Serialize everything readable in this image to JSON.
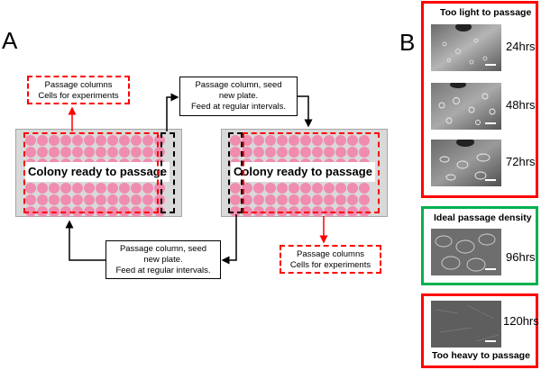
{
  "panelA": {
    "letter": "A",
    "plate_left": {
      "label": "Colony ready to passage",
      "rows": 6,
      "cols": 12
    },
    "plate_right": {
      "label": "Colony ready to passage",
      "rows": 6,
      "cols": 12
    },
    "note_top_left": {
      "line1": "Passage columns",
      "line2": "Cells for experiments"
    },
    "note_top_middle": {
      "line1": "Passage column, seed",
      "line2": "new plate.",
      "line3": "Feed at regular intervals."
    },
    "note_bottom_middle": {
      "line1": "Passage column, seed",
      "line2": "new plate.",
      "line3": "Feed at regular intervals."
    },
    "note_bottom_right": {
      "line1": "Passage columns",
      "line2": "Cells for experiments"
    },
    "colors": {
      "well": "#f08cb0",
      "plate": "#d9d9d9",
      "experiment_outline": "#ff0000",
      "passage_outline": "#000000"
    }
  },
  "panelB": {
    "letter": "B",
    "groups": [
      {
        "title": "Too light to passage",
        "border_color": "#ff0000",
        "images": [
          {
            "time": "24hrs"
          },
          {
            "time": "48hrs"
          },
          {
            "time": "72hrs"
          }
        ]
      },
      {
        "title": "Ideal passage density",
        "border_color": "#00b050",
        "images": [
          {
            "time": "96hrs"
          }
        ]
      },
      {
        "title": "Too heavy to passage",
        "border_color": "#ff0000",
        "images": [
          {
            "time": "120hrs"
          }
        ]
      }
    ]
  }
}
